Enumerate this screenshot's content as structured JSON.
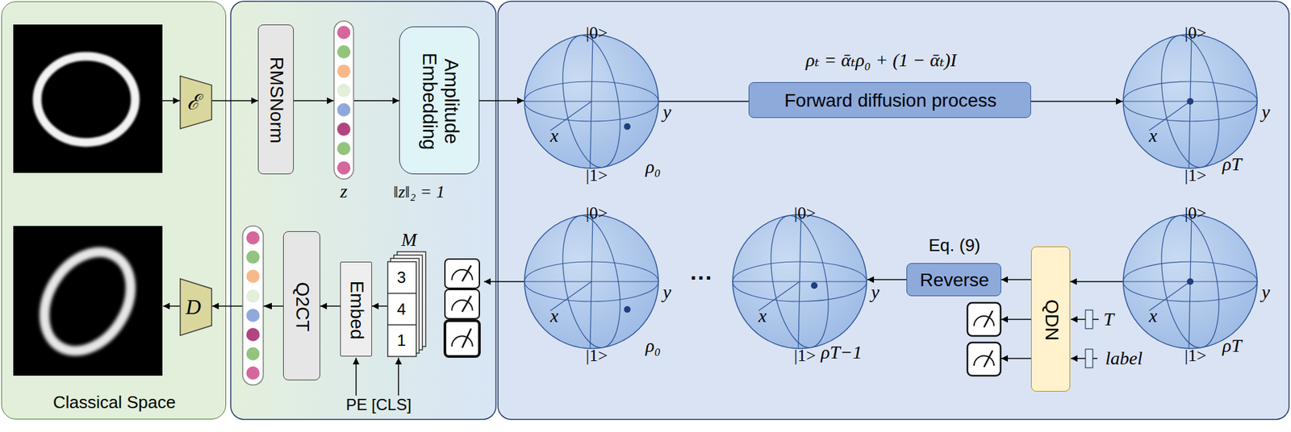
{
  "diagram": {
    "nodes": [
      {
        "text": [
          "Classical Space"
        ]
      },
      {
        "text": [
          "ℰ"
        ],
        "in": 0
      },
      {
        "text": [
          "RMSNorm"
        ]
      },
      {
        "text": [
          "z"
        ]
      },
      {
        "text": [
          "Amplitude Embedding"
        ]
      },
      {
        "text": [
          "|0>",
          "x",
          "y",
          "|1>",
          "ρ₀"
        ]
      },
      {
        "text": [
          "Forward diffusion process"
        ]
      },
      {
        "text": [
          "|0>",
          "x",
          "y",
          "|1>",
          "ρT"
        ]
      },
      {
        "text": [
          "|0>",
          "x",
          "y",
          "|1>",
          "ρT"
        ]
      },
      {
        "text": [
          "QDN"
        ]
      },
      {
        "text": [
          "Eq. (9)",
          "Reverse"
        ]
      },
      {
        "text": [
          "|0>",
          "x",
          "y",
          "|1>",
          "ρT−1"
        ]
      },
      {
        "text": [
          "|0>",
          "x",
          "y",
          "|1>",
          "ρ₀"
        ]
      },
      {
        "text": [
          "M",
          "3",
          "4",
          "1"
        ]
      },
      {
        "text": [
          "Embed"
        ]
      },
      {
        "text": [
          "Q2CT"
        ]
      },
      {
        "text": [
          "D"
        ],
        "in": 0
      }
    ],
    "edges": [
      {
        "from": 1,
        "to": 2,
        "arrow": "to"
      },
      {
        "from": 2,
        "to": 3,
        "arrow": "to"
      },
      {
        "from": 3,
        "to": 4,
        "arrow": "to"
      },
      {
        "from": 4,
        "to": 5,
        "arrow": "to"
      },
      {
        "from": 5,
        "to": 6,
        "arrow": "none"
      },
      {
        "from": 6,
        "to": 7,
        "arrow": "to"
      },
      {
        "from": 8,
        "to": 9,
        "arrow": "to"
      },
      {
        "from": 9,
        "to": 10,
        "arrow": "to"
      },
      {
        "from": 10,
        "to": 11,
        "arrow": "to"
      },
      {
        "from": 12,
        "to": 13,
        "arrow": "to"
      },
      {
        "from": 13,
        "to": 14,
        "arrow": "to"
      },
      {
        "from": 14,
        "to": 15,
        "arrow": "to"
      },
      {
        "from": 15,
        "to": 16,
        "arrow": "to"
      }
    ],
    "labels": [
      "ρₜ = ᾱₜρ₀ + (1 − ᾱₜ)I",
      "‖z‖₂ = 1",
      "···",
      "T",
      "label",
      "PE [CLS]"
    ]
  }
}
